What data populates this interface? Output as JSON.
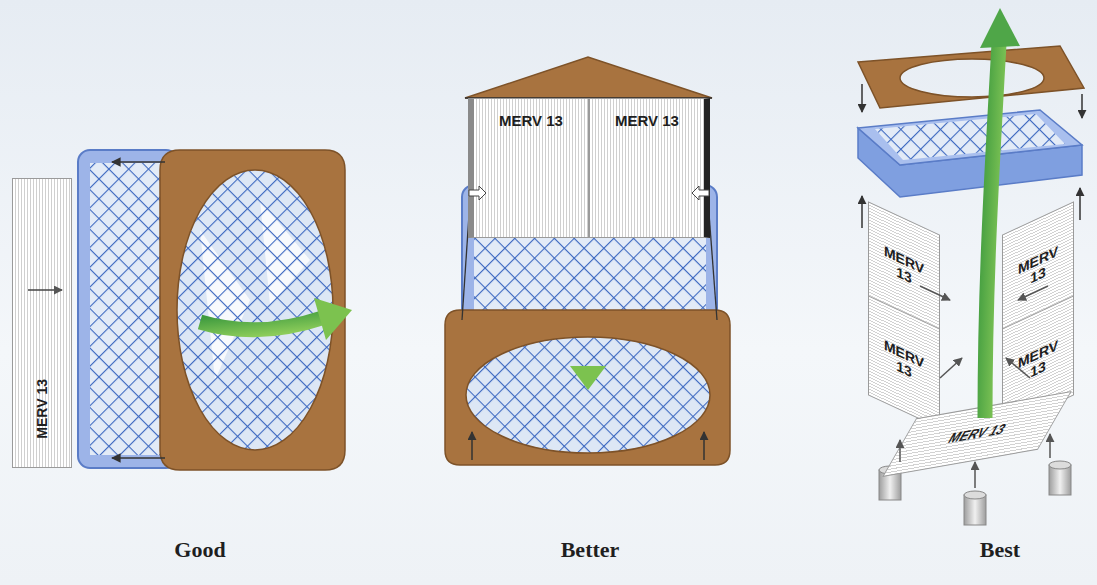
{
  "diagram": {
    "nodes": [
      {
        "text": [
          "MERV 13"
        ]
      },
      {
        "text": [
          "MERV 13"
        ]
      },
      {
        "text": [
          "MERV 13"
        ]
      },
      {
        "text": [
          "MERV 13"
        ]
      },
      {
        "text": [
          "MERV 13"
        ]
      },
      {
        "text": [
          "MERV 13"
        ]
      },
      {
        "text": [
          "MERV 13"
        ]
      },
      {
        "text": [
          "MERV 13"
        ]
      }
    ],
    "labels": [
      "Good",
      "Better",
      "Best"
    ]
  }
}
